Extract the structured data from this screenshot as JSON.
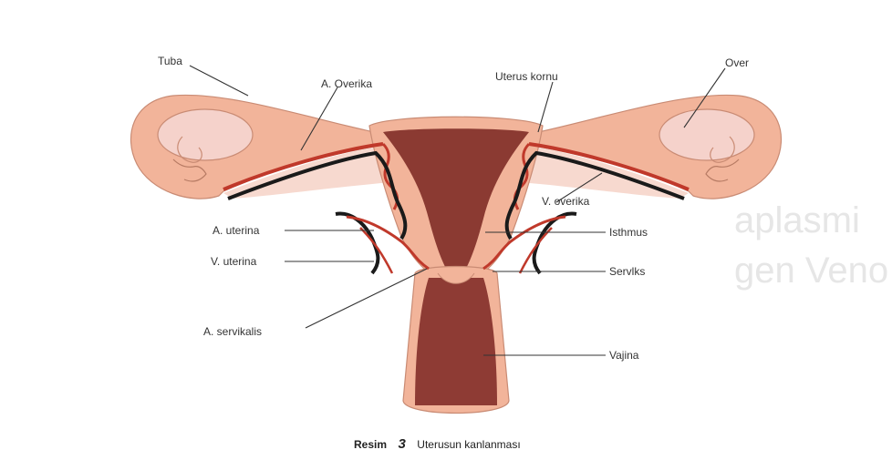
{
  "diagram": {
    "labels": {
      "tuba": "Tuba",
      "a_overika": "A. Overika",
      "uterus_kornu": "Uterus kornu",
      "over": "Over",
      "v_overika": "V. overika",
      "a_uterina": "A. uterina",
      "isthmus": "Isthmus",
      "v_uterina": "V. uterina",
      "servlks": "Servlks",
      "a_servikalis": "A. servikalis",
      "vajina": "Vajina"
    },
    "caption": {
      "prefix": "Resim",
      "number": "3",
      "text": "Uterusun kanlanması"
    },
    "background_text": {
      "line1": "aplasmi",
      "line2": "gen Veno"
    },
    "colors": {
      "tissue": "#f2b49a",
      "uterus_wall": "#8b3a32",
      "vagina": "#8e3b34",
      "artery": "#c0392b",
      "vein": "#1a1a1a",
      "ovary": "#f5d2cb"
    }
  }
}
